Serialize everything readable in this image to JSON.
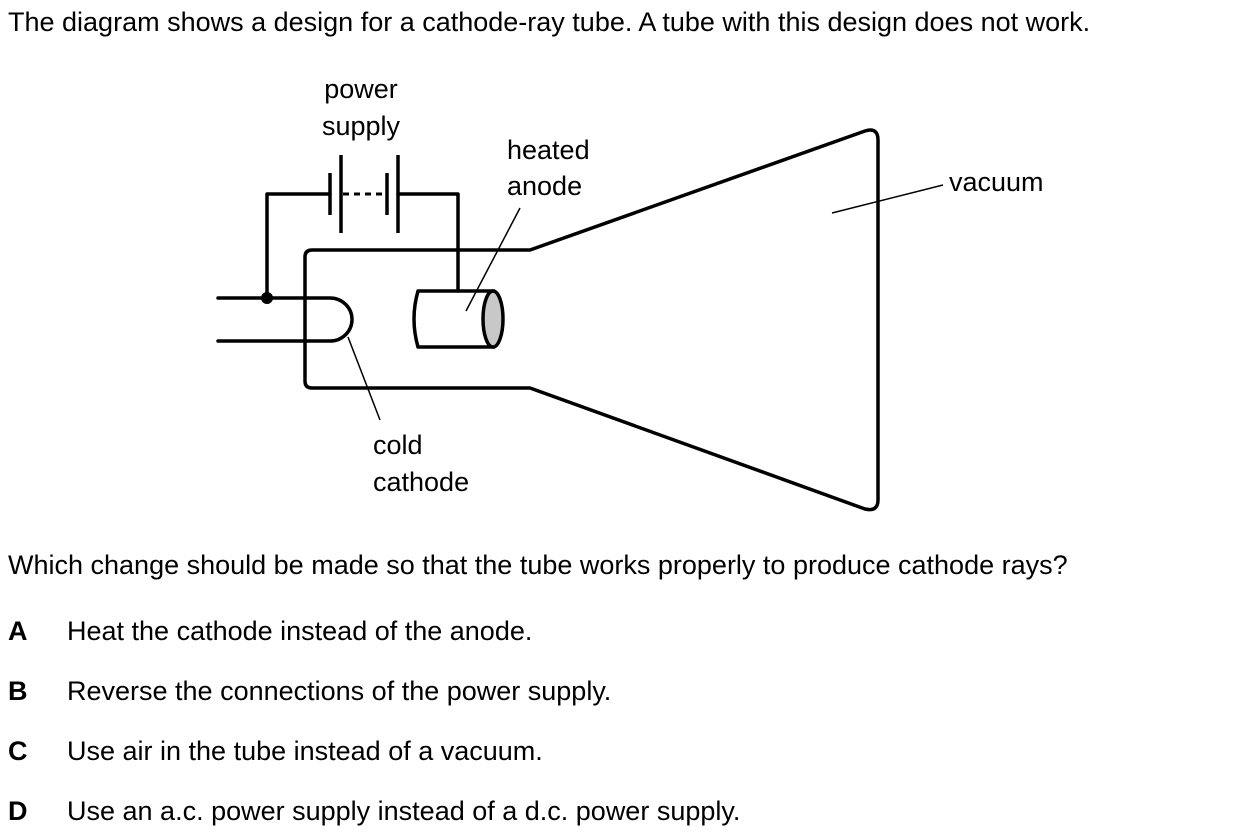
{
  "intro": "The diagram shows a design for a cathode-ray tube. A tube with this design does not work.",
  "diagram": {
    "labels": {
      "power_supply": [
        "power",
        "supply"
      ],
      "heated_anode": [
        "heated",
        "anode"
      ],
      "vacuum": "vacuum",
      "cold_cathode": [
        "cold",
        "cathode"
      ]
    }
  },
  "question": "Which change should be made so that the tube works properly to produce cathode rays?",
  "options": [
    {
      "letter": "A",
      "text": "Heat the cathode instead of the anode."
    },
    {
      "letter": "B",
      "text": "Reverse the connections of the power supply."
    },
    {
      "letter": "C",
      "text": "Use air in the tube instead of a vacuum."
    },
    {
      "letter": "D",
      "text": "Use an a.c. power supply instead of a d.c. power supply."
    }
  ]
}
